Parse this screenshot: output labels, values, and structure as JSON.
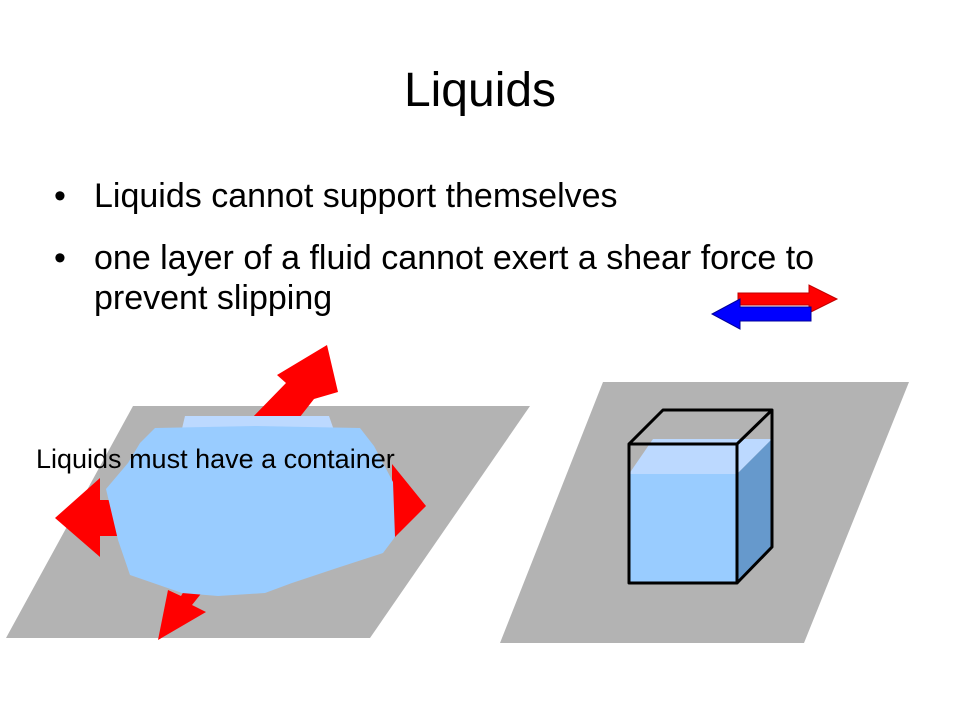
{
  "slide": {
    "title": "Liquids",
    "bullets": [
      "Liquids cannot support themselves",
      "one layer of a fluid cannot exert a shear force to prevent slipping"
    ],
    "bullet_glyph": "•",
    "caption": "Liquids must have a container"
  },
  "colors": {
    "surface": "#b3b3b3",
    "liquid": "#99ccff",
    "liquid_side": "#6699cc",
    "arrow_red": "#ff0000",
    "arrow_blue": "#0000ff",
    "box_outline": "#000000"
  },
  "icons": {
    "shear_arrows": "shear-arrows-icon",
    "spreading_arrows": "spreading-arrow-icon",
    "container": "liquid-container-icon"
  }
}
